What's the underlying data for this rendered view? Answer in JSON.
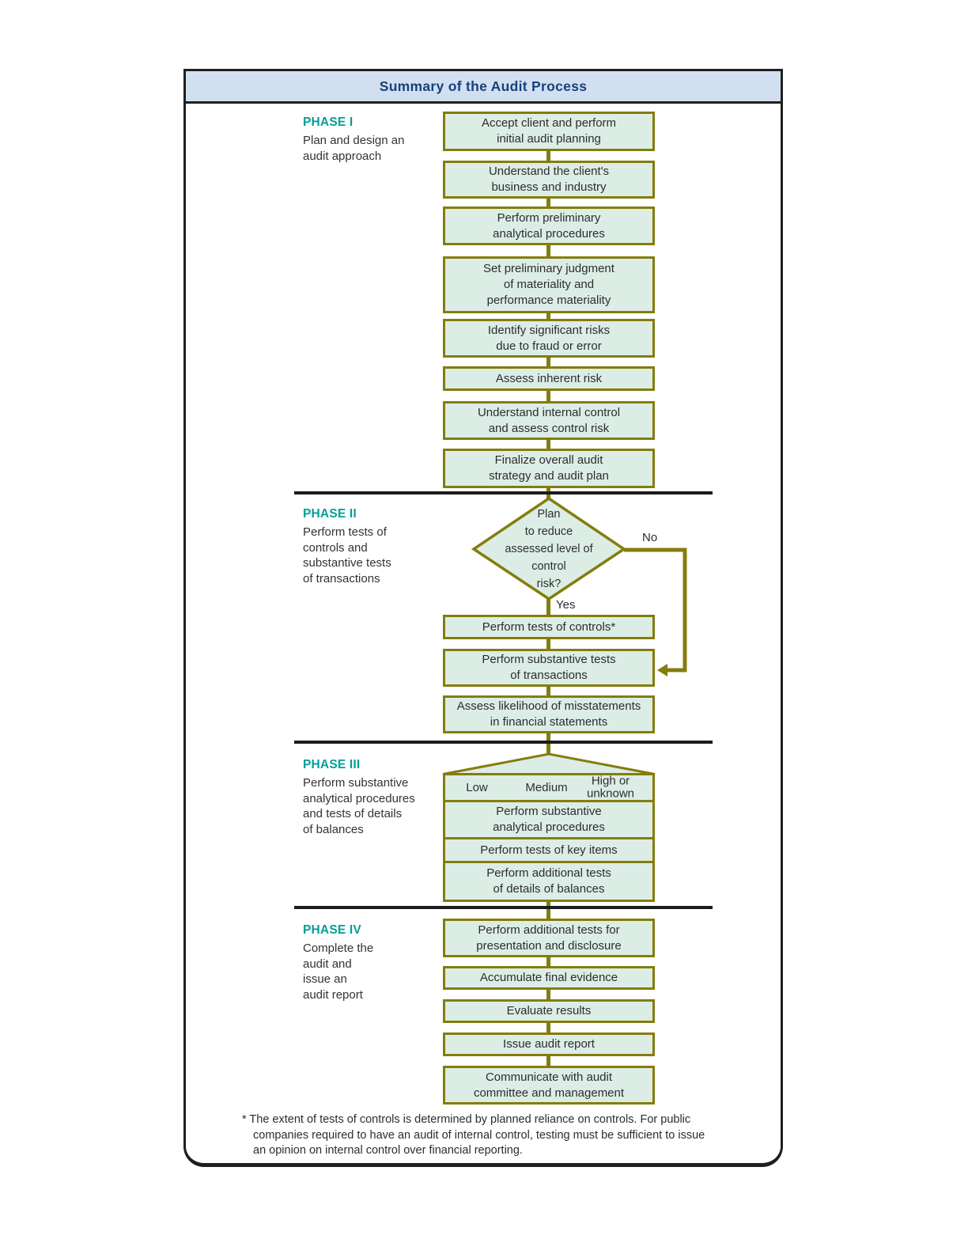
{
  "title": "Summary of the Audit Process",
  "phases": [
    {
      "label": "PHASE I",
      "description": "Plan and design an\naudit approach"
    },
    {
      "label": "PHASE II",
      "description": "Perform tests of\ncontrols and\nsubstantive tests\nof transactions"
    },
    {
      "label": "PHASE III",
      "description": "Perform substantive\nanalytical procedures\nand tests of details\nof balances"
    },
    {
      "label": "PHASE IV",
      "description": "Complete the\naudit and\nissue an\naudit report"
    }
  ],
  "phase1_steps": [
    "Accept client and perform\ninitial audit planning",
    "Understand the client's\nbusiness and industry",
    "Perform preliminary\nanalytical procedures",
    "Set preliminary judgment\nof materiality and\nperformance materiality",
    "Identify significant risks\ndue to fraud or error",
    "Assess inherent risk",
    "Understand internal control\nand assess control risk",
    "Finalize overall audit\nstrategy and audit plan"
  ],
  "decision": {
    "question": "Plan\nto reduce\nassessed level of\ncontrol\nrisk?",
    "yes_label": "Yes",
    "no_label": "No"
  },
  "phase2_steps": [
    "Perform tests of controls*",
    "Perform substantive tests\nof transactions",
    "Assess likelihood of misstatements\nin financial statements"
  ],
  "risk_levels": [
    "Low",
    "Medium",
    "High or\nunknown"
  ],
  "phase3_steps": [
    "Perform substantive\nanalytical procedures",
    "Perform tests of key items",
    "Perform additional tests\nof details of balances"
  ],
  "phase4_steps": [
    "Perform additional tests for\npresentation and disclosure",
    "Accumulate final evidence",
    "Evaluate results",
    "Issue audit report",
    "Communicate with audit\ncommittee and management"
  ],
  "footnote": "* The extent of tests of controls is determined by planned reliance on controls. For public\ncompanies required to have an audit of internal control, testing must be sufficient to issue\nan opinion on internal control over financial reporting.",
  "colors": {
    "box_fill": "#dcede6",
    "box_border": "#847d0d",
    "divider": "#1c1c1c",
    "phase_label": "#009f97",
    "header_bg": "#d2dff0",
    "header_text": "#16417c"
  }
}
